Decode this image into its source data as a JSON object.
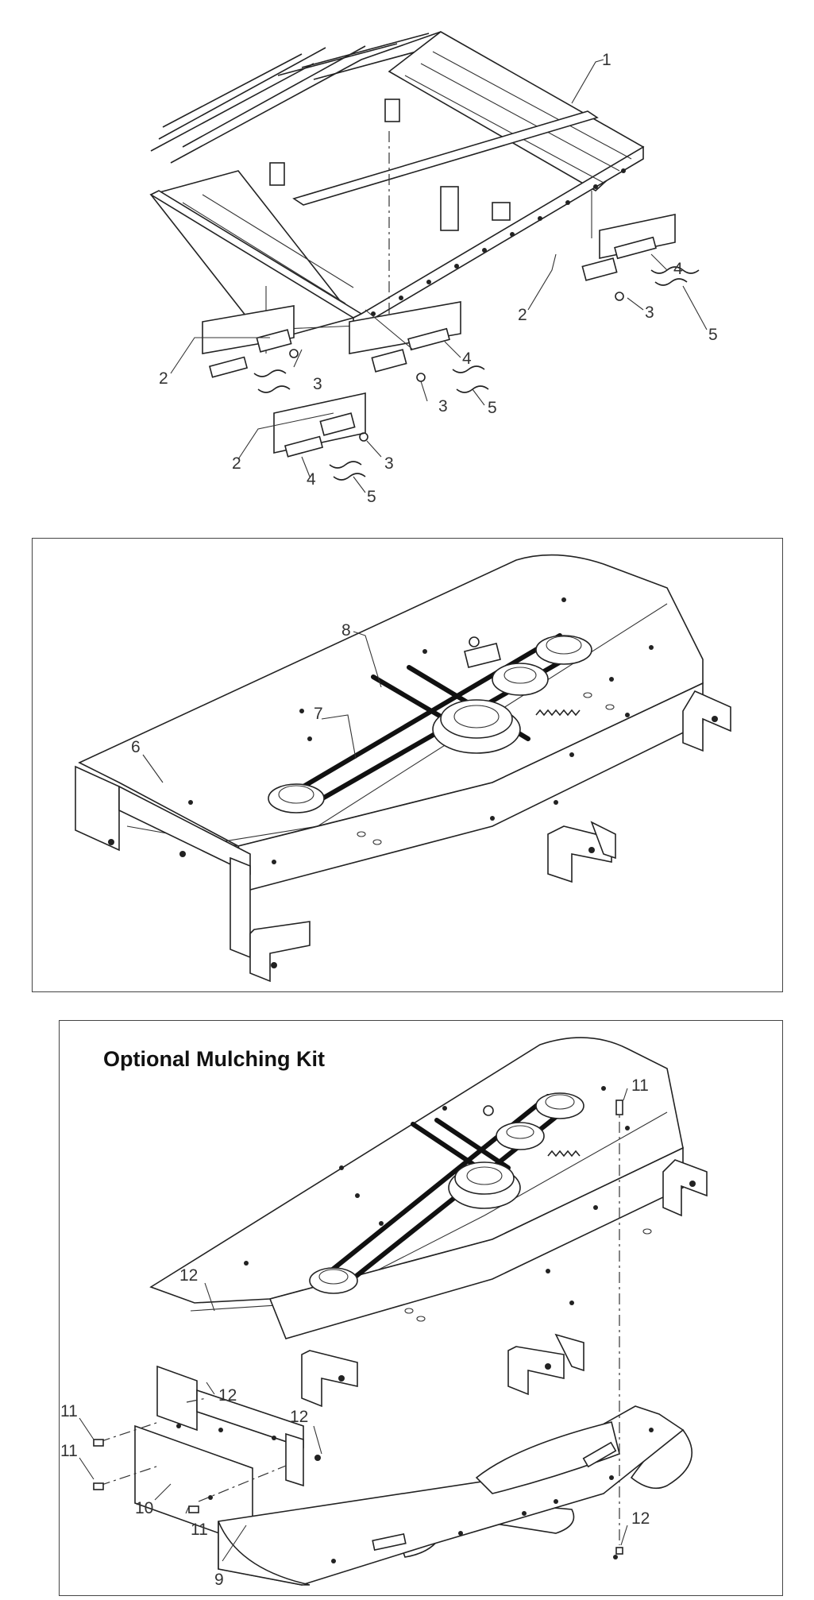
{
  "panel_3": {
    "title": "Optional Mulching Kit"
  },
  "callouts": {
    "p1_1": "1",
    "p1_2a": "2",
    "p1_2b": "2",
    "p1_2c": "2",
    "p1_3a": "3",
    "p1_3b": "3",
    "p1_3c": "3",
    "p1_4a": "4",
    "p1_4b": "4",
    "p1_4c": "4",
    "p1_5a": "5",
    "p1_5b": "5",
    "p1_5c": "5",
    "p2_6": "6",
    "p2_7": "7",
    "p2_8": "8",
    "p3_9": "9",
    "p3_10": "10",
    "p3_11a": "11",
    "p3_11b": "11",
    "p3_11c": "11",
    "p3_11d": "11",
    "p3_12a": "12",
    "p3_12b": "12",
    "p3_12c": "12",
    "p3_12d": "12"
  }
}
